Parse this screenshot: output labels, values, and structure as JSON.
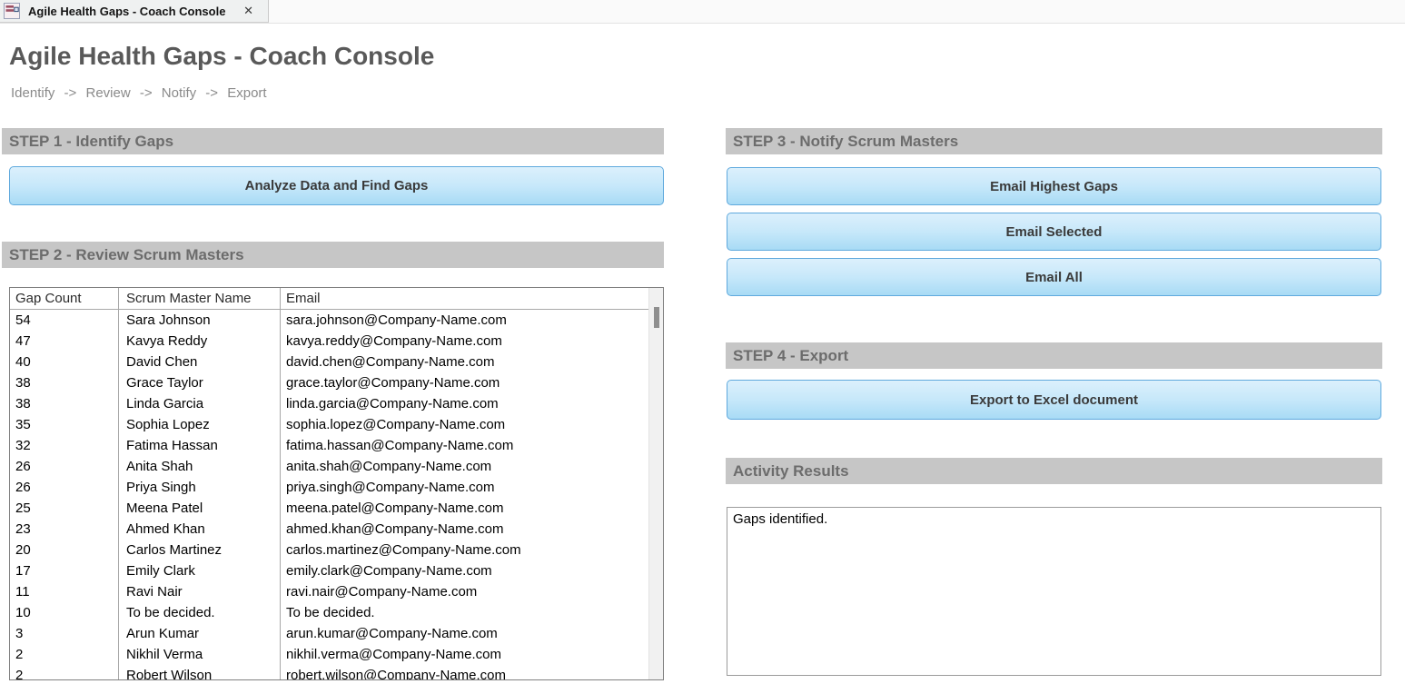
{
  "window": {
    "tab_title": "Agile Health Gaps - Coach Console",
    "close_glyph": "✕",
    "icon": "access-form-icon"
  },
  "header": {
    "title": "Agile Health Gaps - Coach Console",
    "crumbs": [
      "Identify",
      "Review",
      "Notify",
      "Export"
    ],
    "crumb_separator": "->"
  },
  "step1": {
    "title": "STEP 1 - Identify Gaps",
    "button_label": "Analyze Data and Find Gaps"
  },
  "step2": {
    "title": "STEP 2 - Review Scrum Masters",
    "table": {
      "columns": [
        "Gap Count",
        "Scrum Master Name",
        "Email"
      ],
      "rows": [
        {
          "gap_count": "54",
          "name": "Sara Johnson",
          "email": "sara.johnson@Company-Name.com"
        },
        {
          "gap_count": "47",
          "name": "Kavya Reddy",
          "email": "kavya.reddy@Company-Name.com"
        },
        {
          "gap_count": "40",
          "name": "David Chen",
          "email": "david.chen@Company-Name.com"
        },
        {
          "gap_count": "38",
          "name": "Grace Taylor",
          "email": "grace.taylor@Company-Name.com"
        },
        {
          "gap_count": "38",
          "name": "Linda Garcia",
          "email": "linda.garcia@Company-Name.com"
        },
        {
          "gap_count": "35",
          "name": "Sophia Lopez",
          "email": "sophia.lopez@Company-Name.com"
        },
        {
          "gap_count": "32",
          "name": "Fatima Hassan",
          "email": "fatima.hassan@Company-Name.com"
        },
        {
          "gap_count": "26",
          "name": "Anita Shah",
          "email": "anita.shah@Company-Name.com"
        },
        {
          "gap_count": "26",
          "name": "Priya Singh",
          "email": "priya.singh@Company-Name.com"
        },
        {
          "gap_count": "25",
          "name": "Meena Patel",
          "email": "meena.patel@Company-Name.com"
        },
        {
          "gap_count": "23",
          "name": "Ahmed Khan",
          "email": "ahmed.khan@Company-Name.com"
        },
        {
          "gap_count": "20",
          "name": "Carlos Martinez",
          "email": "carlos.martinez@Company-Name.com"
        },
        {
          "gap_count": "17",
          "name": "Emily Clark",
          "email": "emily.clark@Company-Name.com"
        },
        {
          "gap_count": "11",
          "name": "Ravi Nair",
          "email": "ravi.nair@Company-Name.com"
        },
        {
          "gap_count": "10",
          "name": "To be decided.",
          "email": "To be decided."
        },
        {
          "gap_count": "3",
          "name": "Arun Kumar",
          "email": "arun.kumar@Company-Name.com"
        },
        {
          "gap_count": "2",
          "name": "Nikhil Verma",
          "email": "nikhil.verma@Company-Name.com"
        },
        {
          "gap_count": "2",
          "name": "Robert Wilson",
          "email": "robert.wilson@Company-Name.com"
        }
      ]
    }
  },
  "step3": {
    "title": "STEP 3 - Notify Scrum Masters",
    "buttons": [
      "Email Highest Gaps",
      "Email Selected",
      "Email All"
    ]
  },
  "step4": {
    "title": "STEP 4 - Export",
    "button_label": "Export to Excel document"
  },
  "activity": {
    "title": "Activity Results",
    "text": "Gaps identified."
  },
  "colors": {
    "button_gradient_top": "#dcf0fc",
    "button_gradient_bottom": "#a8dbf5",
    "button_border": "#5fa9dd",
    "section_header_bg": "#c6c6c6",
    "section_header_text": "#6c6c6c",
    "title_text": "#595959",
    "table_border": "#808080"
  }
}
